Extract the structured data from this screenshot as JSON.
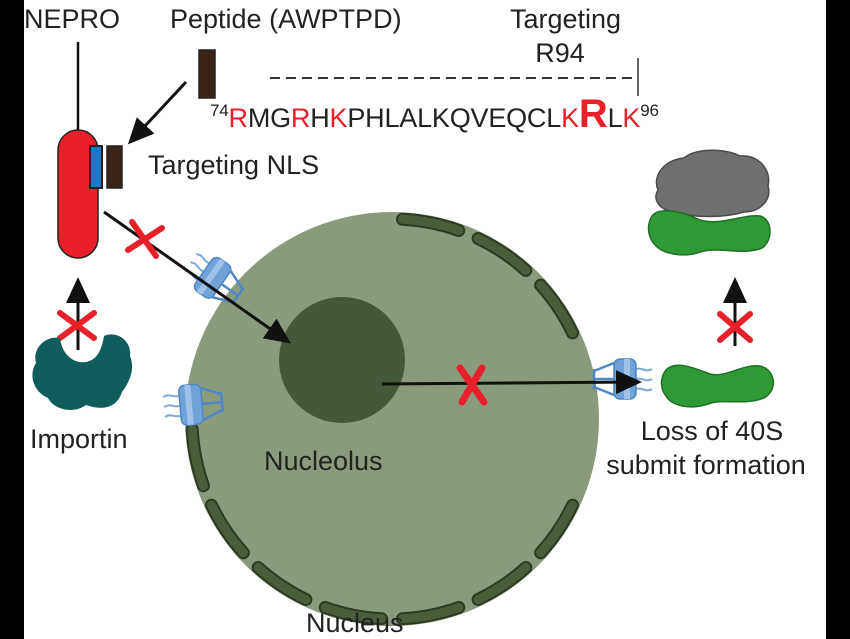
{
  "labels": {
    "nepro": "NEPRO",
    "peptide": "Peptide (AWPTPD)",
    "targeting_r94_line1": "Targeting",
    "targeting_r94_line2": "R94",
    "targeting_nls": "Targeting NLS",
    "importin": "Importin",
    "nucleolus": "Nucleolus",
    "nucleus": "Nucleus",
    "loss_line1": "Loss of 40S",
    "loss_line2": "submit formation"
  },
  "sequence": {
    "start_number": "74",
    "end_number": "96",
    "residues": [
      {
        "aa": "R",
        "style": "red"
      },
      {
        "aa": "MG",
        "style": "normal"
      },
      {
        "aa": "R",
        "style": "red"
      },
      {
        "aa": "H",
        "style": "normal"
      },
      {
        "aa": "K",
        "style": "red"
      },
      {
        "aa": "PHLALKQVEQCL",
        "style": "normal"
      },
      {
        "aa": "K",
        "style": "red"
      },
      {
        "aa": "R",
        "style": "big"
      },
      {
        "aa": "L",
        "style": "normal"
      },
      {
        "aa": "K",
        "style": "red"
      }
    ]
  },
  "colors": {
    "nepro_body": "#e8202a",
    "nls_blue": "#1f77c8",
    "peptide_brown": "#3a2418",
    "importin_teal": "#0f5c5a",
    "nucleus_fill": "#8a9a7c",
    "nucleus_membrane": "#4b5e3c",
    "nucleolus_fill": "#46583a",
    "ribosome_green": "#2f9a35",
    "ribosome_gray": "#6f6f6f",
    "inhibit_x": "#e8202a",
    "pore_blue": "#6fa3d8"
  }
}
